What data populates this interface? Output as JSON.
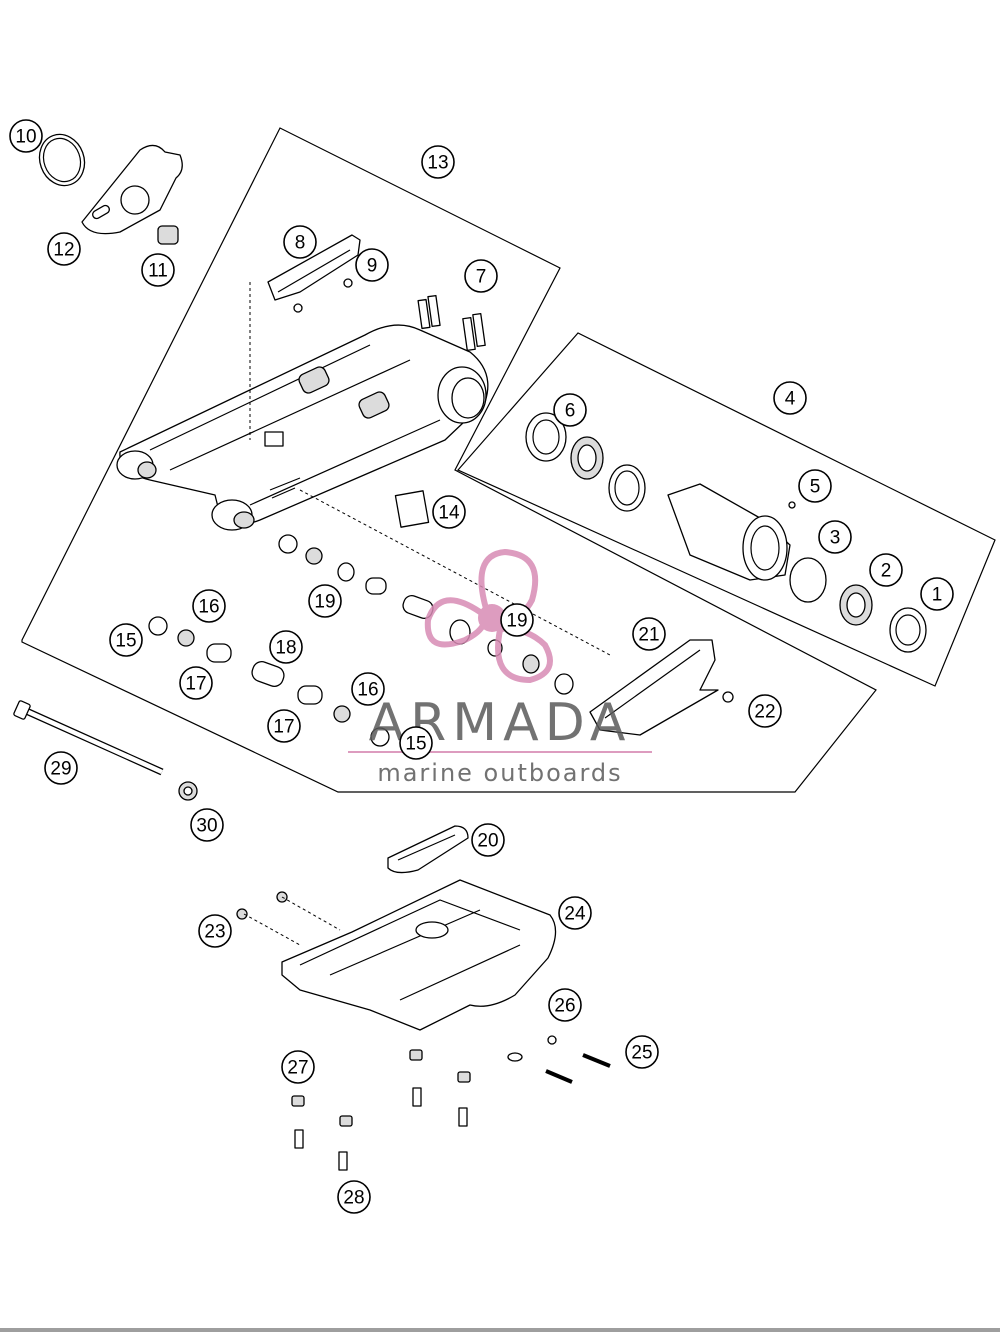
{
  "watermark": {
    "brand": "ARMADA",
    "tagline": "marine outboards",
    "accent_color": "#d88bb4",
    "text_color": "#5a5a5a"
  },
  "callouts": [
    {
      "id": "1",
      "label": "1"
    },
    {
      "id": "2",
      "label": "2"
    },
    {
      "id": "3",
      "label": "3"
    },
    {
      "id": "4",
      "label": "4"
    },
    {
      "id": "5",
      "label": "5"
    },
    {
      "id": "6",
      "label": "6"
    },
    {
      "id": "7",
      "label": "7"
    },
    {
      "id": "8",
      "label": "8"
    },
    {
      "id": "9",
      "label": "9"
    },
    {
      "id": "10",
      "label": "10"
    },
    {
      "id": "11",
      "label": "11"
    },
    {
      "id": "12",
      "label": "12"
    },
    {
      "id": "13",
      "label": "13"
    },
    {
      "id": "14",
      "label": "14"
    },
    {
      "id": "15a",
      "label": "15"
    },
    {
      "id": "15b",
      "label": "15"
    },
    {
      "id": "16a",
      "label": "16"
    },
    {
      "id": "16b",
      "label": "16"
    },
    {
      "id": "17a",
      "label": "17"
    },
    {
      "id": "17b",
      "label": "17"
    },
    {
      "id": "18",
      "label": "18"
    },
    {
      "id": "19a",
      "label": "19"
    },
    {
      "id": "19b",
      "label": "19"
    },
    {
      "id": "20",
      "label": "20"
    },
    {
      "id": "21",
      "label": "21"
    },
    {
      "id": "22",
      "label": "22"
    },
    {
      "id": "23",
      "label": "23"
    },
    {
      "id": "24",
      "label": "24"
    },
    {
      "id": "25",
      "label": "25"
    },
    {
      "id": "26",
      "label": "26"
    },
    {
      "id": "27",
      "label": "27"
    },
    {
      "id": "28",
      "label": "28"
    },
    {
      "id": "29",
      "label": "29"
    },
    {
      "id": "30",
      "label": "30"
    }
  ]
}
